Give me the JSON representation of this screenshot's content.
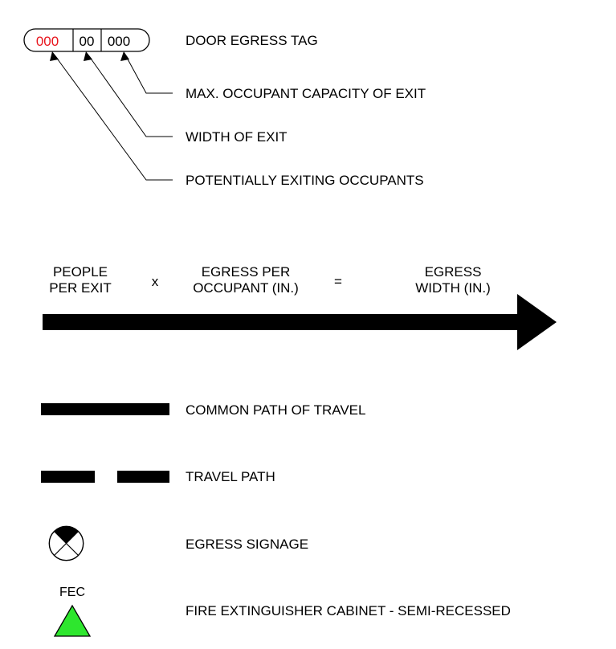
{
  "tag": {
    "people": "000",
    "width": "00",
    "capacity": "000",
    "people_color": "#e8141c"
  },
  "labels": {
    "tag_title": "DOOR EGRESS TAG",
    "capacity": "MAX. OCCUPANT CAPACITY OF EXIT",
    "width": "WIDTH OF EXIT",
    "people": "POTENTIALLY EXITING OCCUPANTS"
  },
  "formula": {
    "term1_line1": "PEOPLE",
    "term1_line2": "PER EXIT",
    "op1": "x",
    "term2_line1": "EGRESS PER",
    "term2_line2": "OCCUPANT (IN.)",
    "op2": "=",
    "term3_line1": "EGRESS",
    "term3_line2": "WIDTH (IN.)"
  },
  "legend": {
    "common_path": "COMMON PATH OF TRAVEL",
    "travel_path": "TRAVEL PATH",
    "signage": "EGRESS SIGNAGE",
    "fec_abbrev": "FEC",
    "fec": "FIRE EXTINGUISHER CABINET - SEMI-RECESSED"
  },
  "colors": {
    "fec_triangle": "#2ee62e"
  }
}
